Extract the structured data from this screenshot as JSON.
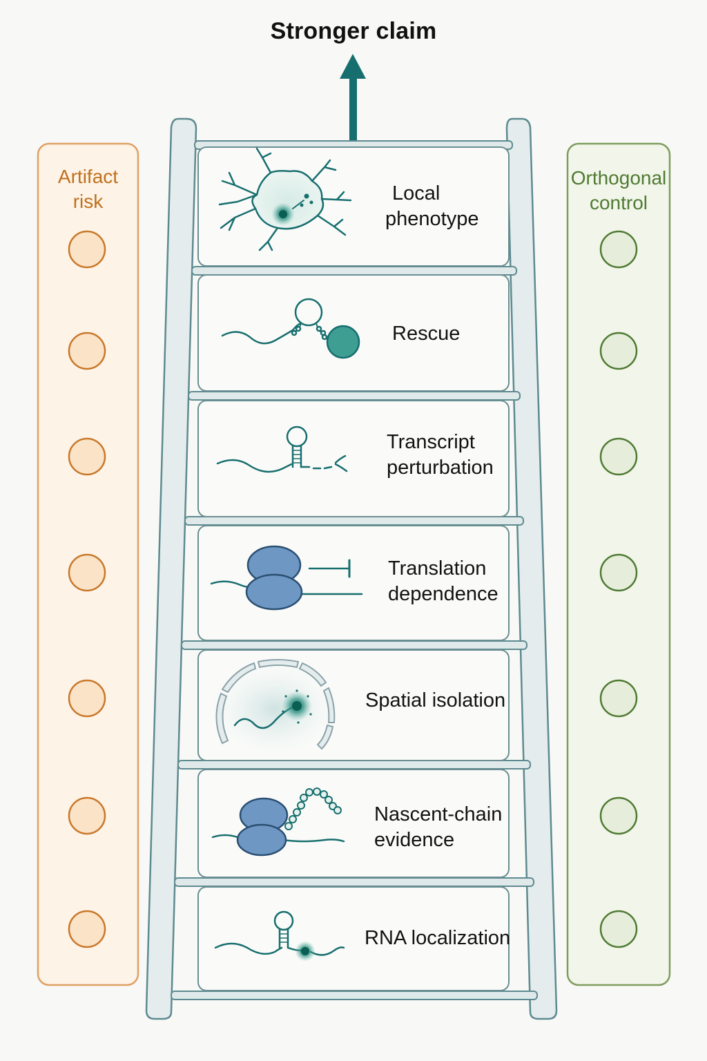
{
  "title": "Stronger claim",
  "artifact_label": [
    "Artifact",
    "risk"
  ],
  "control_label": [
    "Orthogonal",
    "control"
  ],
  "rungs": [
    {
      "label": [
        "Local",
        "phenotype"
      ],
      "icon": "neuron-icon"
    },
    {
      "label": [
        "Rescue"
      ],
      "icon": "rescue-construct-icon"
    },
    {
      "label": [
        "Transcript",
        "perturbation"
      ],
      "icon": "cleaved-transcript-icon"
    },
    {
      "label": [
        "Translation",
        "dependence"
      ],
      "icon": "ribosome-inhibition-icon"
    },
    {
      "label": [
        "Spatial isolation"
      ],
      "icon": "compartment-icon"
    },
    {
      "label": [
        "Nascent-chain",
        "evidence"
      ],
      "icon": "ribosome-nascent-chain-icon"
    },
    {
      "label": [
        "RNA localization"
      ],
      "icon": "localized-rna-icon"
    }
  ],
  "colors": {
    "teal": "#176e6e",
    "ribosome": "#6f97c4",
    "artifact": "#c8782a",
    "control": "#4f7a32"
  }
}
